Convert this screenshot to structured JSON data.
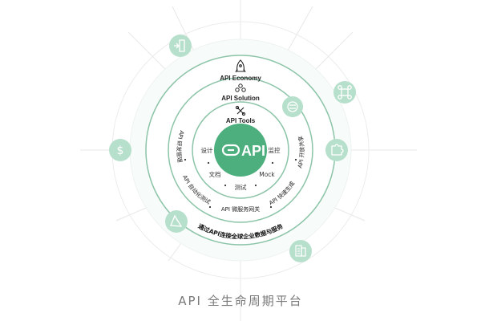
{
  "colors": {
    "accent": "#4caf7d",
    "ring_stroke": "#7fbfa0",
    "ring_fill": "#eef6f2",
    "icon_bg": "#b7e0cc",
    "grid": "#e6e6e6",
    "text": "#222222",
    "muted": "#7a7a7a"
  },
  "core": {
    "label": "API",
    "icon": "link-icon"
  },
  "layers": {
    "tools": {
      "title": "API Tools",
      "icon": "tools-icon"
    },
    "solution": {
      "title": "API Solution",
      "icon": "solution-icon"
    },
    "economy": {
      "title": "API Economy",
      "icon": "rocket-icon"
    }
  },
  "tools_items": [
    "设计",
    "监控",
    "文档",
    "Mock",
    "测试"
  ],
  "solution_items": {
    "left_top": "API 研发管理",
    "left_bottom": "API 自动化测试",
    "bottom": "API 微服务网关",
    "right_bottom": "API 快速生成",
    "right_top": "API 开放共享"
  },
  "economy_text": "通过API连接全球企业数据与服务",
  "orbit_icons": [
    {
      "name": "door-icon"
    },
    {
      "name": "command-icon"
    },
    {
      "name": "exchange-icon"
    },
    {
      "name": "puzzle-icon"
    },
    {
      "name": "dollar-icon",
      "glyph": "$"
    },
    {
      "name": "triangle-flow-icon"
    },
    {
      "name": "building-icon"
    }
  ],
  "caption": "API 全生命周期平台"
}
